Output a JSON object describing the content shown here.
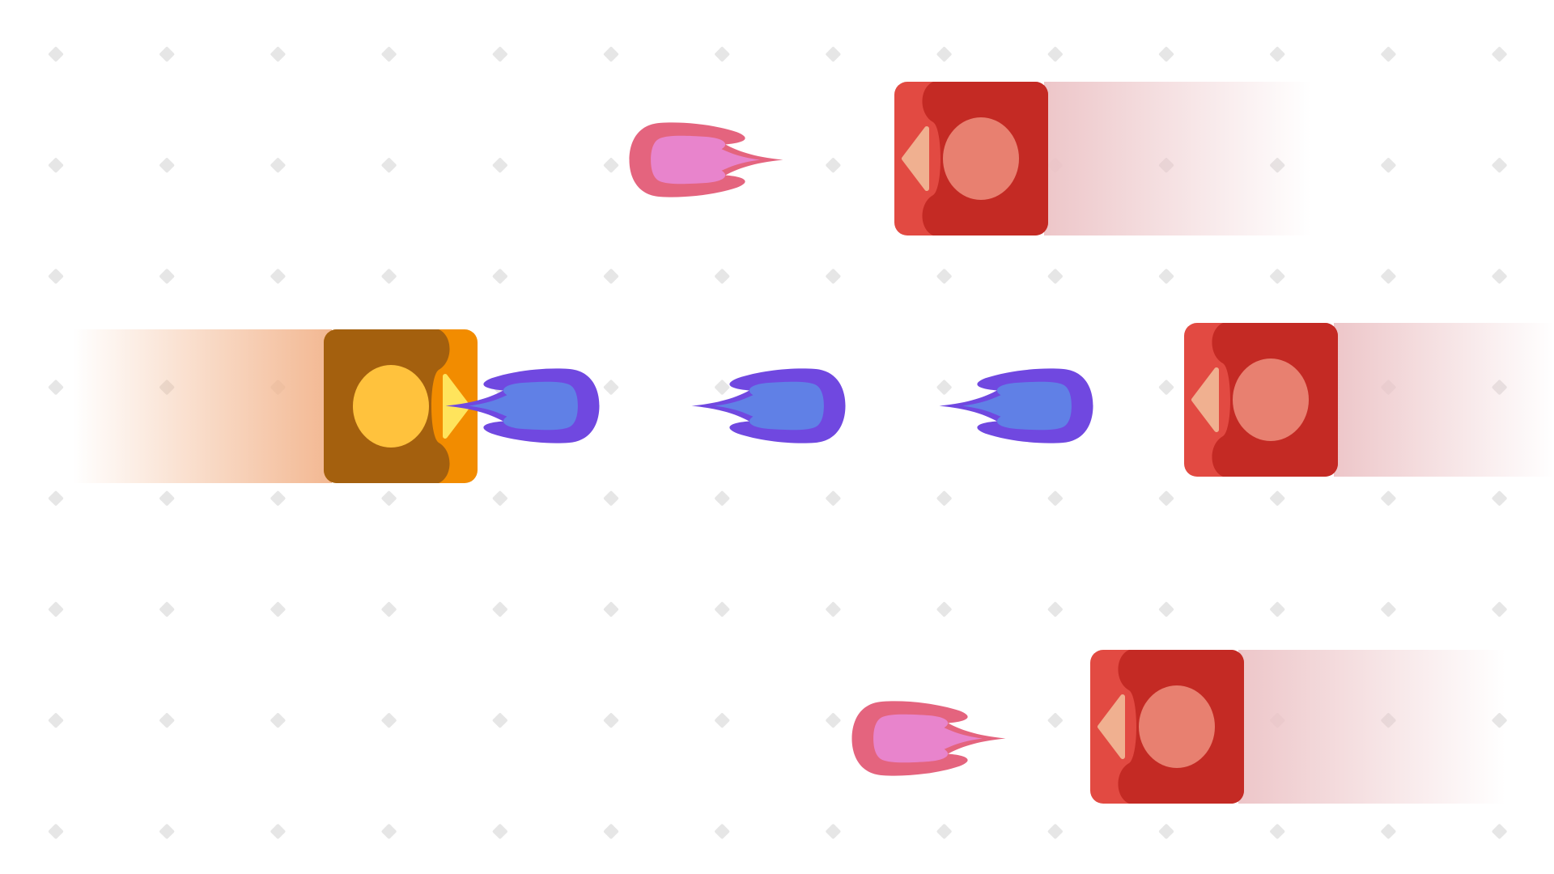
{
  "scene": {
    "background_color": "#ffffff",
    "grid_dot_color": "#e6e6e6"
  },
  "player": {
    "kind": "orange-block-ship",
    "facing": "right",
    "colors": {
      "body": "#f28c00",
      "shade": "#a4600e",
      "core": "#ffc23d",
      "nose": "#ffe45c",
      "trail": "#f2b48c"
    }
  },
  "enemies": [
    {
      "kind": "red-block-ship",
      "facing": "left",
      "colors": {
        "body": "#e24a42",
        "shade": "#c42a24",
        "core": "#e88070",
        "nose": "#f0b090",
        "trail": "#ecc3c6"
      }
    },
    {
      "kind": "red-block-ship",
      "facing": "left",
      "colors": {
        "body": "#e24a42",
        "shade": "#c42a24",
        "core": "#e88070",
        "nose": "#f0b090",
        "trail": "#ecc3c6"
      }
    },
    {
      "kind": "red-block-ship",
      "facing": "left",
      "colors": {
        "body": "#e24a42",
        "shade": "#c42a24",
        "core": "#e88070",
        "nose": "#f0b090",
        "trail": "#ecc3c6"
      }
    }
  ],
  "player_bullets": {
    "kind": "blue-flame-projectile",
    "direction": "right",
    "colors": {
      "outer": "#7048e0",
      "inner": "#6080e6"
    },
    "count": 3
  },
  "enemy_bullets": {
    "kind": "pink-flame-projectile",
    "direction": "left",
    "colors": {
      "outer": "#e4647e",
      "inner": "#e884cc"
    },
    "count": 2
  }
}
